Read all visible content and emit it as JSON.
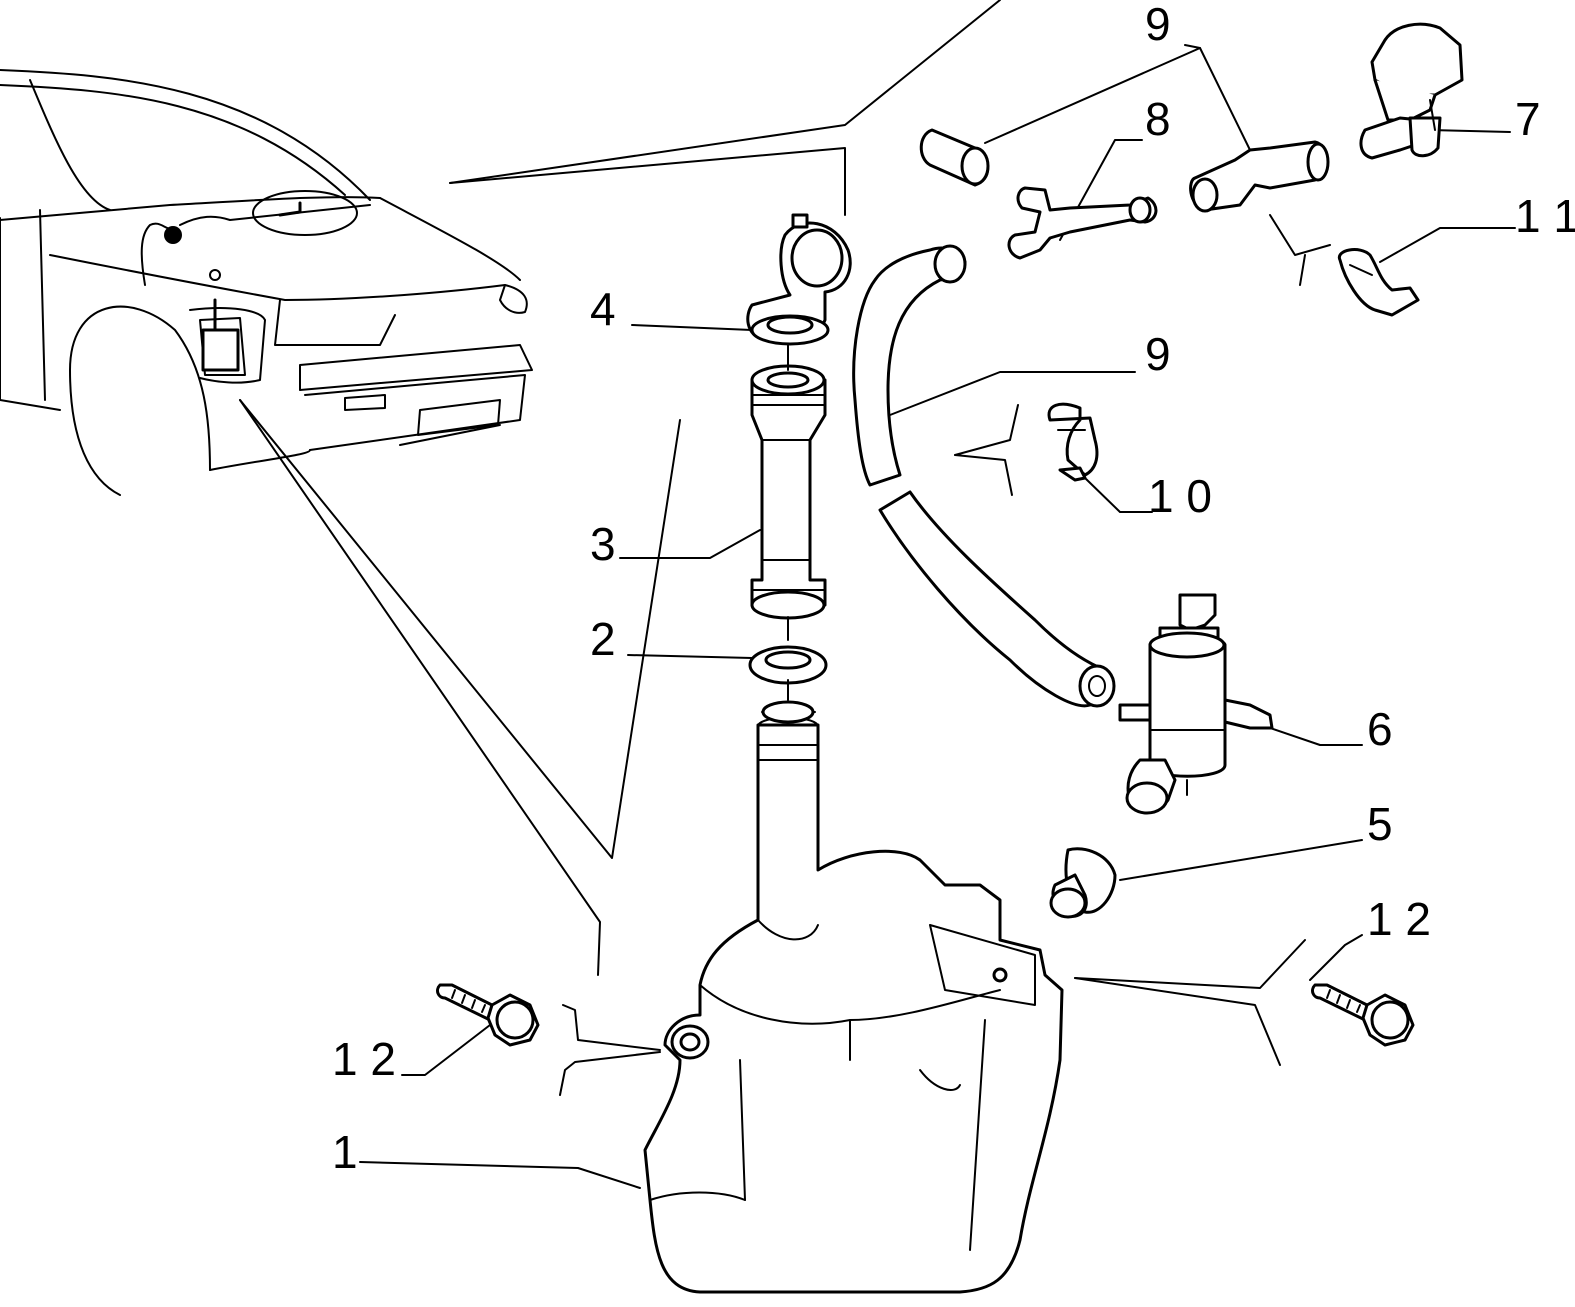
{
  "diagram": {
    "callouts": [
      {
        "id": "1",
        "text": "1"
      },
      {
        "id": "2",
        "text": "2"
      },
      {
        "id": "3",
        "text": "3"
      },
      {
        "id": "4",
        "text": "4"
      },
      {
        "id": "5",
        "text": "5"
      },
      {
        "id": "6",
        "text": "6"
      },
      {
        "id": "7",
        "text": "7"
      },
      {
        "id": "8",
        "text": "8"
      },
      {
        "id": "9a",
        "text": "9"
      },
      {
        "id": "9b",
        "text": "9"
      },
      {
        "id": "10",
        "text": "1 0"
      },
      {
        "id": "11",
        "text": "1 1"
      },
      {
        "id": "12a",
        "text": "1 2"
      },
      {
        "id": "12b",
        "text": "1 2"
      }
    ]
  }
}
